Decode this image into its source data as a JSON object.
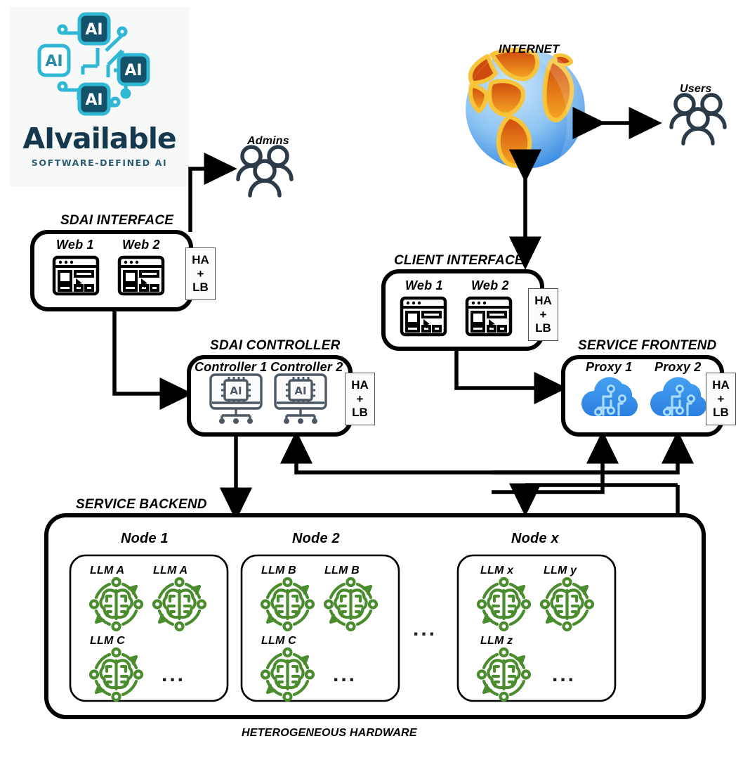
{
  "brand": {
    "name": "AIvailable",
    "tagline": "SOFTWARE-DEFINED AI",
    "logo_icon": "ai-network-nodes-logo",
    "node_label": "AI",
    "colors": {
      "dark": "#16384e",
      "teal": "#30b7d4",
      "panel": "#f7f8f8"
    }
  },
  "actors": {
    "admins": {
      "label": "Admins",
      "icon": "people-group-icon"
    },
    "users": {
      "label": "Users",
      "icon": "people-group-icon"
    },
    "internet": {
      "label": "INTERNET",
      "icon": "globe-icon"
    }
  },
  "ha_lb": {
    "line1": "HA",
    "line2": "+",
    "line3": "LB"
  },
  "groups": [
    {
      "id": "sdai-interface",
      "title": "SDAI INTERFACE",
      "items": [
        {
          "label": "Web 1",
          "icon": "browser-window-icon"
        },
        {
          "label": "Web 2",
          "icon": "browser-window-icon"
        }
      ],
      "badge": "HA + LB"
    },
    {
      "id": "sdai-controller",
      "title": "SDAI CONTROLLER",
      "items": [
        {
          "label": "Controller 1",
          "icon": "ai-chip-server-icon"
        },
        {
          "label": "Controller 2",
          "icon": "ai-chip-server-icon"
        }
      ],
      "badge": "HA + LB"
    },
    {
      "id": "client-interface",
      "title": "CLIENT INTERFACE",
      "items": [
        {
          "label": "Web 1",
          "icon": "browser-window-icon"
        },
        {
          "label": "Web 2",
          "icon": "browser-window-icon"
        }
      ],
      "badge": "HA + LB"
    },
    {
      "id": "service-frontend",
      "title": "SERVICE FRONTEND",
      "items": [
        {
          "label": "Proxy 1",
          "icon": "cloud-circuit-icon"
        },
        {
          "label": "Proxy 2",
          "icon": "cloud-circuit-icon"
        }
      ],
      "badge": "HA + LB"
    }
  ],
  "backend": {
    "title": "SERVICE BACKEND",
    "footer": "HETEROGENEOUS HARDWARE",
    "ellipsis": "...",
    "nodes": [
      {
        "label": "Node 1",
        "llms": [
          "LLM A",
          "LLM A",
          "LLM C"
        ],
        "has_ellipsis": true,
        "icon": "llm-brain-cycle-icon"
      },
      {
        "label": "Node 2",
        "llms": [
          "LLM B",
          "LLM B",
          "LLM C"
        ],
        "has_ellipsis": true,
        "icon": "llm-brain-cycle-icon"
      },
      {
        "label": "Node x",
        "llms": [
          "LLM x",
          "LLM y",
          "LLM z"
        ],
        "has_ellipsis": true,
        "icon": "llm-brain-cycle-icon"
      }
    ]
  },
  "colors": {
    "stroke": "#000000",
    "llm_green": "#4a8c2e",
    "cloud_blue": "#2f90e8",
    "cloud_blue_light": "#8fd0f5",
    "globe_ocean": "#4aa3e8",
    "globe_land": "#f0a015",
    "globe_land_top": "#d94f10",
    "people_navy": "#2b3b4a",
    "controller_gray": "#4c5866"
  }
}
